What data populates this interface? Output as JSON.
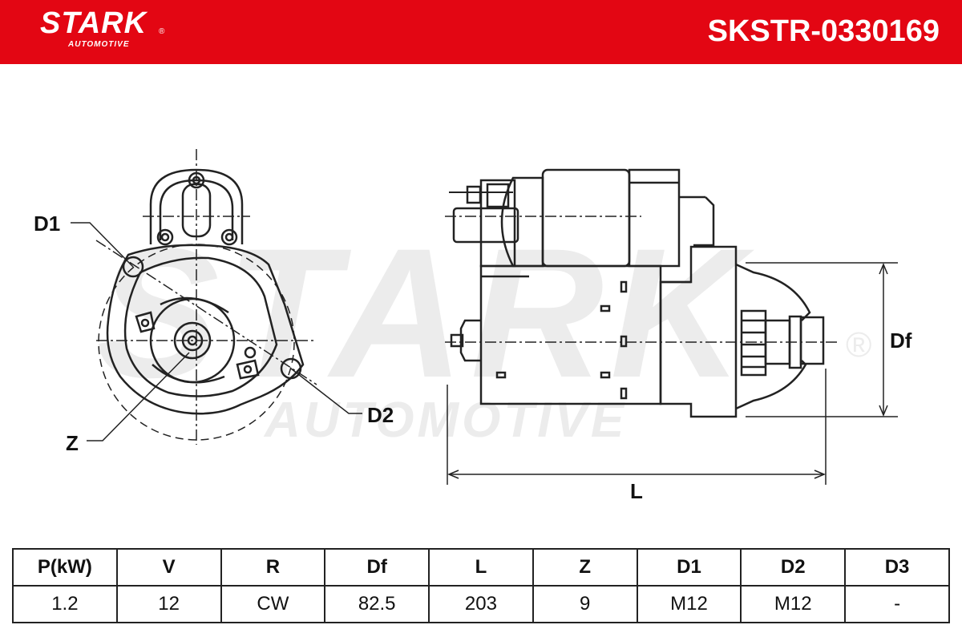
{
  "header": {
    "brand": "STARK",
    "brand_sub": "AUTOMOTIVE",
    "registered": "®",
    "part_number": "SKSTR-0330169",
    "brand_color": "#e30613"
  },
  "watermark": {
    "main": "STARK",
    "sub": "AUTOMOTIVE",
    "registered": "®"
  },
  "drawing": {
    "labels": {
      "d1": "D1",
      "d2": "D2",
      "z": "Z",
      "df": "Df",
      "l": "L"
    }
  },
  "table": {
    "headers": [
      "P(kW)",
      "V",
      "R",
      "Df",
      "L",
      "Z",
      "D1",
      "D2",
      "D3"
    ],
    "values": [
      "1.2",
      "12",
      "CW",
      "82.5",
      "203",
      "9",
      "M12",
      "M12",
      "-"
    ]
  }
}
